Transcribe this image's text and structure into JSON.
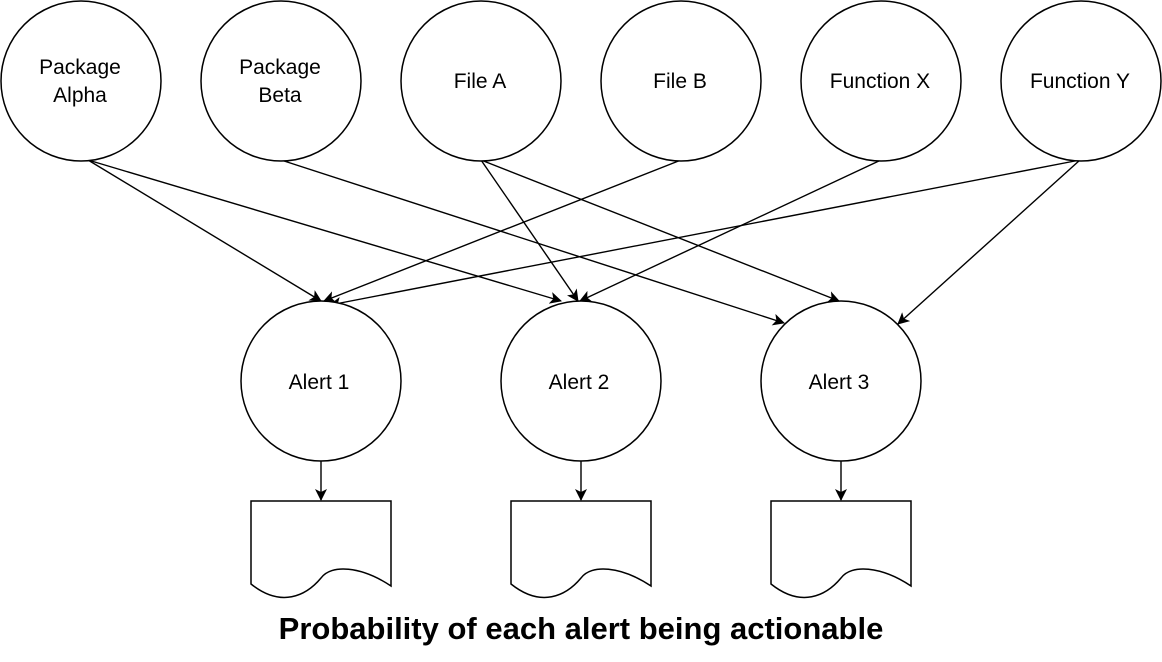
{
  "diagram": {
    "sources": [
      {
        "id": "pkg-alpha",
        "lines": [
          "Package",
          "Alpha"
        ]
      },
      {
        "id": "pkg-beta",
        "lines": [
          "Package",
          "Beta"
        ]
      },
      {
        "id": "file-a",
        "lines": [
          "File A"
        ]
      },
      {
        "id": "file-b",
        "lines": [
          "File B"
        ]
      },
      {
        "id": "func-x",
        "lines": [
          "Function X"
        ]
      },
      {
        "id": "func-y",
        "lines": [
          "Function Y"
        ]
      }
    ],
    "alerts": [
      {
        "id": "alert-1",
        "label": "Alert 1"
      },
      {
        "id": "alert-2",
        "label": "Alert 2"
      },
      {
        "id": "alert-3",
        "label": "Alert 3"
      }
    ],
    "edges": [
      {
        "from": "pkg-alpha",
        "to": "alert-1"
      },
      {
        "from": "pkg-alpha",
        "to": "alert-2"
      },
      {
        "from": "pkg-beta",
        "to": "alert-3"
      },
      {
        "from": "file-a",
        "to": "alert-2"
      },
      {
        "from": "file-a",
        "to": "alert-3"
      },
      {
        "from": "file-b",
        "to": "alert-1"
      },
      {
        "from": "func-x",
        "to": "alert-2"
      },
      {
        "from": "func-y",
        "to": "alert-1"
      },
      {
        "from": "func-y",
        "to": "alert-3"
      }
    ],
    "caption": "Probability of each alert being actionable"
  }
}
